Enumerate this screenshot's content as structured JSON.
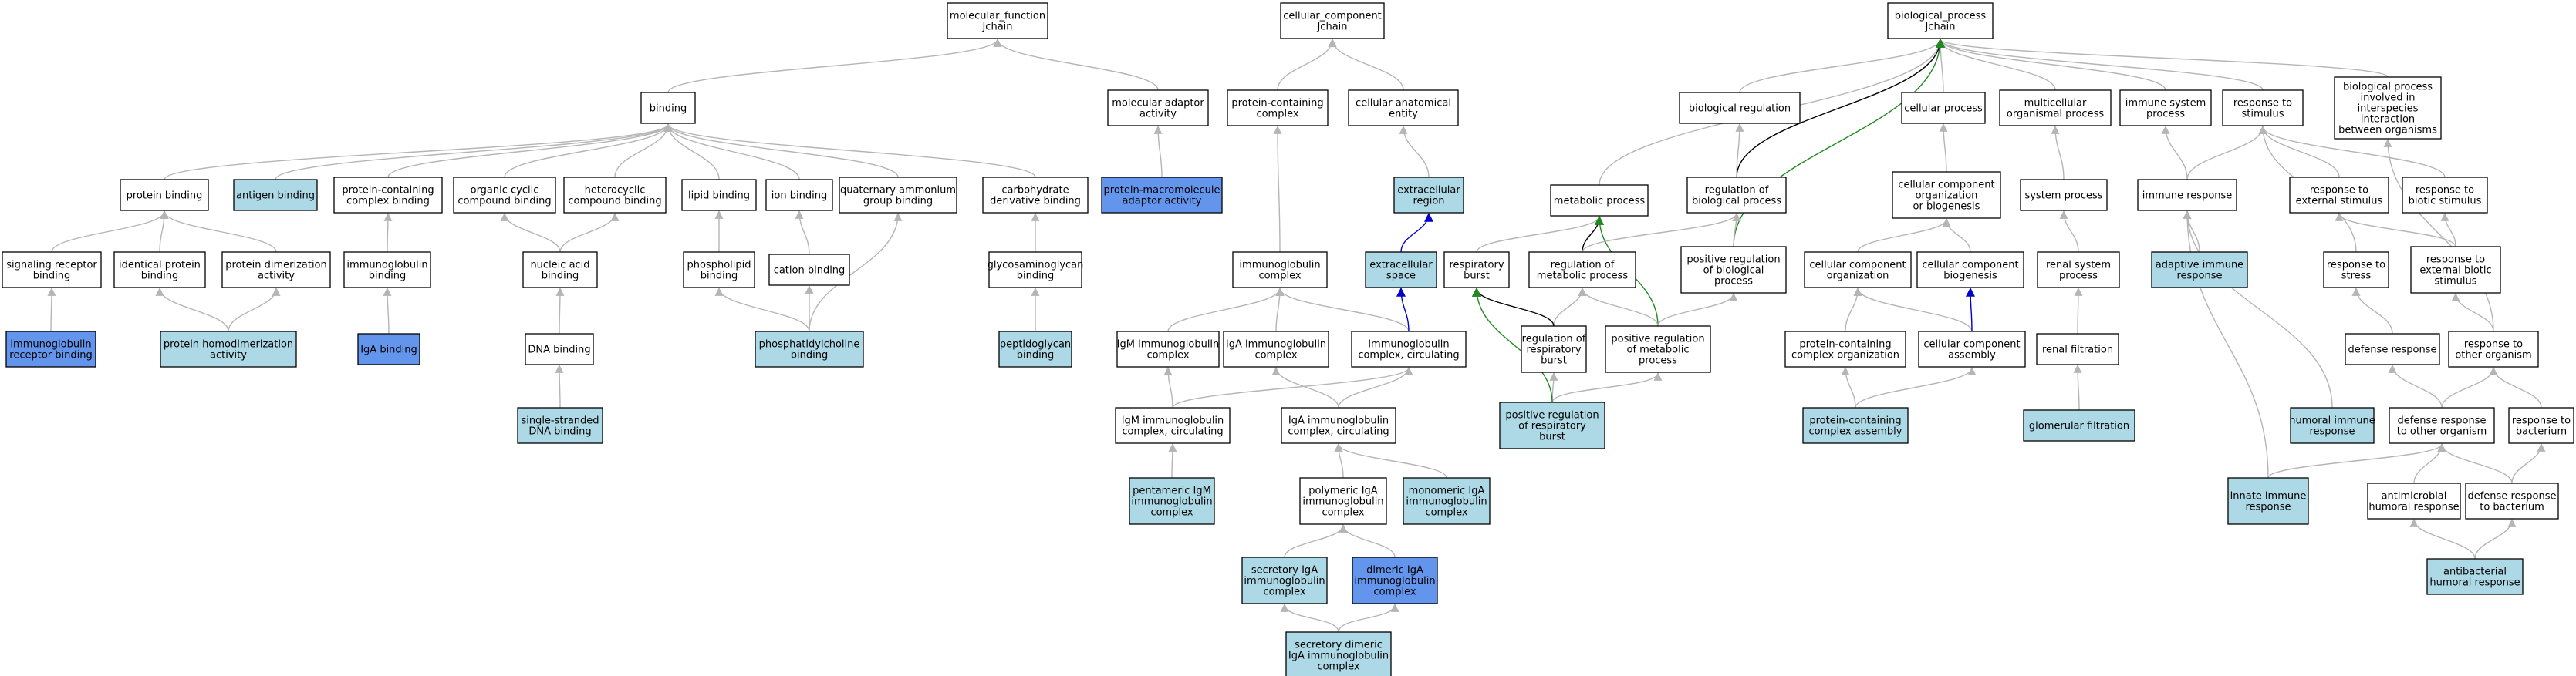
{
  "colors": {
    "plain": "#ffffff",
    "light": "#add8e6",
    "dark": "#6495ed",
    "edge_gray": "#b5b5b5",
    "edge_black": "#000000",
    "edge_green": "#1f8a1f",
    "edge_blue": "#0000cc"
  },
  "nodes": [
    {
      "id": "mf",
      "lines": [
        "molecular_function",
        "Jchain"
      ],
      "fill": "plain"
    },
    {
      "id": "cc",
      "lines": [
        "cellular_component",
        "Jchain"
      ],
      "fill": "plain"
    },
    {
      "id": "bp",
      "lines": [
        "biological_process",
        "Jchain"
      ],
      "fill": "plain"
    },
    {
      "id": "binding",
      "lines": [
        "binding"
      ],
      "fill": "plain"
    },
    {
      "id": "mol_adaptor",
      "lines": [
        "molecular adaptor",
        "activity"
      ],
      "fill": "plain"
    },
    {
      "id": "prot_cont_complex",
      "lines": [
        "protein-containing",
        "complex"
      ],
      "fill": "plain"
    },
    {
      "id": "cell_anat",
      "lines": [
        "cellular anatomical",
        "entity"
      ],
      "fill": "plain"
    },
    {
      "id": "bio_reg",
      "lines": [
        "biological regulation"
      ],
      "fill": "plain"
    },
    {
      "id": "cell_proc",
      "lines": [
        "cellular process"
      ],
      "fill": "plain"
    },
    {
      "id": "multicell",
      "lines": [
        "multicellular",
        "organismal process"
      ],
      "fill": "plain"
    },
    {
      "id": "imm_sys",
      "lines": [
        "immune system",
        "process"
      ],
      "fill": "plain"
    },
    {
      "id": "resp_stim",
      "lines": [
        "response to",
        "stimulus"
      ],
      "fill": "plain"
    },
    {
      "id": "bp_interspecies",
      "lines": [
        "biological process",
        "involved in",
        "interspecies",
        "interaction",
        "between organisms"
      ],
      "fill": "plain"
    },
    {
      "id": "prot_binding",
      "lines": [
        "protein binding"
      ],
      "fill": "plain"
    },
    {
      "id": "antigen_binding",
      "lines": [
        "antigen binding"
      ],
      "fill": "light"
    },
    {
      "id": "pcc_binding",
      "lines": [
        "protein-containing",
        "complex binding"
      ],
      "fill": "plain"
    },
    {
      "id": "org_cyc",
      "lines": [
        "organic cyclic",
        "compound binding"
      ],
      "fill": "plain"
    },
    {
      "id": "hetero",
      "lines": [
        "heterocyclic",
        "compound binding"
      ],
      "fill": "plain"
    },
    {
      "id": "lipid_binding",
      "lines": [
        "lipid binding"
      ],
      "fill": "plain"
    },
    {
      "id": "ion_binding",
      "lines": [
        "ion binding"
      ],
      "fill": "plain"
    },
    {
      "id": "quat_amm",
      "lines": [
        "quaternary ammonium",
        "group binding"
      ],
      "fill": "plain"
    },
    {
      "id": "carb_deriv",
      "lines": [
        "carbohydrate",
        "derivative binding"
      ],
      "fill": "plain"
    },
    {
      "id": "pma_activity",
      "lines": [
        "protein-macromolecule",
        "adaptor activity"
      ],
      "fill": "dark"
    },
    {
      "id": "extracell_region",
      "lines": [
        "extracellular",
        "region"
      ],
      "fill": "light"
    },
    {
      "id": "metabolic",
      "lines": [
        "metabolic process"
      ],
      "fill": "plain"
    },
    {
      "id": "reg_bio",
      "lines": [
        "regulation of",
        "biological process"
      ],
      "fill": "plain"
    },
    {
      "id": "ccob",
      "lines": [
        "cellular component",
        "organization",
        "or biogenesis"
      ],
      "fill": "plain"
    },
    {
      "id": "system_proc",
      "lines": [
        "system process"
      ],
      "fill": "plain"
    },
    {
      "id": "immune_resp",
      "lines": [
        "immune response"
      ],
      "fill": "plain"
    },
    {
      "id": "resp_ext_stim",
      "lines": [
        "response to",
        "external stimulus"
      ],
      "fill": "plain"
    },
    {
      "id": "resp_biotic",
      "lines": [
        "response to",
        "biotic stimulus"
      ],
      "fill": "plain"
    },
    {
      "id": "sig_rec",
      "lines": [
        "signaling receptor",
        "binding"
      ],
      "fill": "plain"
    },
    {
      "id": "ident_prot",
      "lines": [
        "identical protein",
        "binding"
      ],
      "fill": "plain"
    },
    {
      "id": "prot_dimer",
      "lines": [
        "protein dimerization",
        "activity"
      ],
      "fill": "plain"
    },
    {
      "id": "ig_binding",
      "lines": [
        "immunoglobulin",
        "binding"
      ],
      "fill": "plain"
    },
    {
      "id": "nucleic",
      "lines": [
        "nucleic acid",
        "binding"
      ],
      "fill": "plain"
    },
    {
      "id": "phospholipid",
      "lines": [
        "phospholipid",
        "binding"
      ],
      "fill": "plain"
    },
    {
      "id": "cation",
      "lines": [
        "cation binding"
      ],
      "fill": "plain"
    },
    {
      "id": "gag",
      "lines": [
        "glycosaminoglycan",
        "binding"
      ],
      "fill": "plain"
    },
    {
      "id": "ig_complex",
      "lines": [
        "immunoglobulin",
        "complex"
      ],
      "fill": "plain"
    },
    {
      "id": "extracell_space",
      "lines": [
        "extracellular",
        "space"
      ],
      "fill": "light"
    },
    {
      "id": "resp_burst",
      "lines": [
        "respiratory",
        "burst"
      ],
      "fill": "plain"
    },
    {
      "id": "reg_metab",
      "lines": [
        "regulation of",
        "metabolic process"
      ],
      "fill": "plain"
    },
    {
      "id": "pos_reg_bio",
      "lines": [
        "positive regulation",
        "of biological",
        "process"
      ],
      "fill": "plain"
    },
    {
      "id": "cc_org",
      "lines": [
        "cellular component",
        "organization"
      ],
      "fill": "plain"
    },
    {
      "id": "cc_biogen",
      "lines": [
        "cellular component",
        "biogenesis"
      ],
      "fill": "plain"
    },
    {
      "id": "renal_sys",
      "lines": [
        "renal system",
        "process"
      ],
      "fill": "plain"
    },
    {
      "id": "adaptive",
      "lines": [
        "adaptive immune",
        "response"
      ],
      "fill": "light"
    },
    {
      "id": "resp_stress",
      "lines": [
        "response to",
        "stress"
      ],
      "fill": "plain"
    },
    {
      "id": "resp_ext_biotic",
      "lines": [
        "response to",
        "external biotic",
        "stimulus"
      ],
      "fill": "plain"
    },
    {
      "id": "ig_receptor",
      "lines": [
        "immunoglobulin",
        "receptor binding"
      ],
      "fill": "dark"
    },
    {
      "id": "prot_homodimer",
      "lines": [
        "protein homodimerization",
        "activity"
      ],
      "fill": "light"
    },
    {
      "id": "iga_binding",
      "lines": [
        "IgA binding"
      ],
      "fill": "dark"
    },
    {
      "id": "dna_binding",
      "lines": [
        "DNA binding"
      ],
      "fill": "plain"
    },
    {
      "id": "pc_binding",
      "lines": [
        "phosphatidylcholine",
        "binding"
      ],
      "fill": "light"
    },
    {
      "id": "peptidoglycan",
      "lines": [
        "peptidoglycan",
        "binding"
      ],
      "fill": "light"
    },
    {
      "id": "igm_complex",
      "lines": [
        "IgM immunoglobulin",
        "complex"
      ],
      "fill": "plain"
    },
    {
      "id": "iga_complex",
      "lines": [
        "IgA immunoglobulin",
        "complex"
      ],
      "fill": "plain"
    },
    {
      "id": "ig_circ",
      "lines": [
        "immunoglobulin",
        "complex, circulating"
      ],
      "fill": "plain"
    },
    {
      "id": "reg_resp_burst",
      "lines": [
        "regulation of",
        "respiratory",
        "burst"
      ],
      "fill": "plain"
    },
    {
      "id": "pos_reg_metab",
      "lines": [
        "positive regulation",
        "of metabolic",
        "process"
      ],
      "fill": "plain"
    },
    {
      "id": "pcc_org",
      "lines": [
        "protein-containing",
        "complex organization"
      ],
      "fill": "plain"
    },
    {
      "id": "cc_assembly",
      "lines": [
        "cellular component",
        "assembly"
      ],
      "fill": "plain"
    },
    {
      "id": "renal_filt",
      "lines": [
        "renal filtration"
      ],
      "fill": "plain"
    },
    {
      "id": "defense",
      "lines": [
        "defense response"
      ],
      "fill": "plain"
    },
    {
      "id": "resp_other_org",
      "lines": [
        "response to",
        "other organism"
      ],
      "fill": "plain"
    },
    {
      "id": "ss_dna",
      "lines": [
        "single-stranded",
        "DNA binding"
      ],
      "fill": "light"
    },
    {
      "id": "igm_circ",
      "lines": [
        "IgM immunoglobulin",
        "complex, circulating"
      ],
      "fill": "plain"
    },
    {
      "id": "iga_circ",
      "lines": [
        "IgA immunoglobulin",
        "complex, circulating"
      ],
      "fill": "plain"
    },
    {
      "id": "pos_reg_resp_burst",
      "lines": [
        "positive regulation",
        "of respiratory",
        "burst"
      ],
      "fill": "light"
    },
    {
      "id": "pcc_assembly",
      "lines": [
        "protein-containing",
        "complex assembly"
      ],
      "fill": "light"
    },
    {
      "id": "glom_filt",
      "lines": [
        "glomerular filtration"
      ],
      "fill": "light"
    },
    {
      "id": "humoral",
      "lines": [
        "humoral immune",
        "response"
      ],
      "fill": "light"
    },
    {
      "id": "def_other_org",
      "lines": [
        "defense response",
        "to other organism"
      ],
      "fill": "plain"
    },
    {
      "id": "resp_bacterium",
      "lines": [
        "response to",
        "bacterium"
      ],
      "fill": "plain"
    },
    {
      "id": "pent_igm",
      "lines": [
        "pentameric IgM",
        "immunoglobulin",
        "complex"
      ],
      "fill": "light"
    },
    {
      "id": "poly_iga",
      "lines": [
        "polymeric IgA",
        "immunoglobulin",
        "complex"
      ],
      "fill": "plain"
    },
    {
      "id": "mono_iga",
      "lines": [
        "monomeric IgA",
        "immunoglobulin",
        "complex"
      ],
      "fill": "light"
    },
    {
      "id": "innate",
      "lines": [
        "innate immune",
        "response"
      ],
      "fill": "light"
    },
    {
      "id": "antimicrobial",
      "lines": [
        "antimicrobial",
        "humoral response"
      ],
      "fill": "plain"
    },
    {
      "id": "def_bacterium",
      "lines": [
        "defense response",
        "to bacterium"
      ],
      "fill": "plain"
    },
    {
      "id": "secretory_iga",
      "lines": [
        "secretory IgA",
        "immunoglobulin",
        "complex"
      ],
      "fill": "light"
    },
    {
      "id": "dimeric_iga",
      "lines": [
        "dimeric IgA",
        "immunoglobulin",
        "complex"
      ],
      "fill": "dark"
    },
    {
      "id": "antibacterial",
      "lines": [
        "antibacterial",
        "humoral response"
      ],
      "fill": "light"
    },
    {
      "id": "sec_dimeric_iga",
      "lines": [
        "secretory dimeric",
        "IgA immunoglobulin",
        "complex"
      ],
      "fill": "light"
    }
  ],
  "edges": [
    [
      "binding",
      "mf",
      "edge_gray"
    ],
    [
      "mol_adaptor",
      "mf",
      "edge_gray"
    ],
    [
      "prot_cont_complex",
      "cc",
      "edge_gray"
    ],
    [
      "cell_anat",
      "cc",
      "edge_gray"
    ],
    [
      "bio_reg",
      "bp",
      "edge_gray"
    ],
    [
      "cell_proc",
      "bp",
      "edge_gray"
    ],
    [
      "multicell",
      "bp",
      "edge_gray"
    ],
    [
      "imm_sys",
      "bp",
      "edge_gray"
    ],
    [
      "resp_stim",
      "bp",
      "edge_gray"
    ],
    [
      "bp_interspecies",
      "bp",
      "edge_gray"
    ],
    [
      "metabolic",
      "bp",
      "edge_gray"
    ],
    [
      "reg_bio",
      "bp",
      "edge_black"
    ],
    [
      "pos_reg_bio",
      "bp",
      "edge_green"
    ],
    [
      "prot_binding",
      "binding",
      "edge_gray"
    ],
    [
      "antigen_binding",
      "binding",
      "edge_gray"
    ],
    [
      "pcc_binding",
      "binding",
      "edge_gray"
    ],
    [
      "org_cyc",
      "binding",
      "edge_gray"
    ],
    [
      "hetero",
      "binding",
      "edge_gray"
    ],
    [
      "lipid_binding",
      "binding",
      "edge_gray"
    ],
    [
      "ion_binding",
      "binding",
      "edge_gray"
    ],
    [
      "quat_amm",
      "binding",
      "edge_gray"
    ],
    [
      "carb_deriv",
      "binding",
      "edge_gray"
    ],
    [
      "pma_activity",
      "mol_adaptor",
      "edge_gray"
    ],
    [
      "extracell_region",
      "cell_anat",
      "edge_gray"
    ],
    [
      "reg_bio",
      "bio_reg",
      "edge_gray"
    ],
    [
      "ccob",
      "cell_proc",
      "edge_gray"
    ],
    [
      "system_proc",
      "multicell",
      "edge_gray"
    ],
    [
      "immune_resp",
      "imm_sys",
      "edge_gray"
    ],
    [
      "immune_resp",
      "resp_stim",
      "edge_gray"
    ],
    [
      "resp_ext_stim",
      "resp_stim",
      "edge_gray"
    ],
    [
      "resp_biotic",
      "resp_stim",
      "edge_gray"
    ],
    [
      "resp_stress",
      "resp_stim",
      "edge_gray"
    ],
    [
      "resp_other_org",
      "bp_interspecies",
      "edge_gray"
    ],
    [
      "sig_rec",
      "prot_binding",
      "edge_gray"
    ],
    [
      "ident_prot",
      "prot_binding",
      "edge_gray"
    ],
    [
      "prot_dimer",
      "prot_binding",
      "edge_gray"
    ],
    [
      "ig_binding",
      "pcc_binding",
      "edge_gray"
    ],
    [
      "nucleic",
      "org_cyc",
      "edge_gray"
    ],
    [
      "nucleic",
      "hetero",
      "edge_gray"
    ],
    [
      "phospholipid",
      "lipid_binding",
      "edge_gray"
    ],
    [
      "cation",
      "ion_binding",
      "edge_gray"
    ],
    [
      "gag",
      "carb_deriv",
      "edge_gray"
    ],
    [
      "ig_complex",
      "prot_cont_complex",
      "edge_gray"
    ],
    [
      "extracell_space",
      "extracell_region",
      "edge_blue"
    ],
    [
      "resp_burst",
      "metabolic",
      "edge_gray"
    ],
    [
      "reg_metab",
      "metabolic",
      "edge_black"
    ],
    [
      "reg_metab",
      "reg_bio",
      "edge_gray"
    ],
    [
      "pos_reg_bio",
      "reg_bio",
      "edge_gray"
    ],
    [
      "pos_reg_metab",
      "metabolic",
      "edge_green"
    ],
    [
      "cc_org",
      "ccob",
      "edge_gray"
    ],
    [
      "cc_biogen",
      "ccob",
      "edge_gray"
    ],
    [
      "renal_sys",
      "system_proc",
      "edge_gray"
    ],
    [
      "adaptive",
      "immune_resp",
      "edge_gray"
    ],
    [
      "resp_ext_biotic",
      "resp_ext_stim",
      "edge_gray"
    ],
    [
      "resp_ext_biotic",
      "resp_biotic",
      "edge_gray"
    ],
    [
      "ig_receptor",
      "sig_rec",
      "edge_gray"
    ],
    [
      "prot_homodimer",
      "ident_prot",
      "edge_gray"
    ],
    [
      "prot_homodimer",
      "prot_dimer",
      "edge_gray"
    ],
    [
      "iga_binding",
      "ig_binding",
      "edge_gray"
    ],
    [
      "dna_binding",
      "nucleic",
      "edge_gray"
    ],
    [
      "pc_binding",
      "phospholipid",
      "edge_gray"
    ],
    [
      "pc_binding",
      "cation",
      "edge_gray"
    ],
    [
      "pc_binding",
      "quat_amm",
      "edge_gray"
    ],
    [
      "peptidoglycan",
      "gag",
      "edge_gray"
    ],
    [
      "igm_complex",
      "ig_complex",
      "edge_gray"
    ],
    [
      "iga_complex",
      "ig_complex",
      "edge_gray"
    ],
    [
      "ig_circ",
      "ig_complex",
      "edge_gray"
    ],
    [
      "ig_circ",
      "extracell_space",
      "edge_blue"
    ],
    [
      "reg_resp_burst",
      "reg_metab",
      "edge_gray"
    ],
    [
      "reg_resp_burst",
      "resp_burst",
      "edge_black"
    ],
    [
      "pos_reg_metab",
      "reg_metab",
      "edge_gray"
    ],
    [
      "pos_reg_metab",
      "pos_reg_bio",
      "edge_gray"
    ],
    [
      "pcc_org",
      "cc_org",
      "edge_gray"
    ],
    [
      "cc_assembly",
      "cc_org",
      "edge_gray"
    ],
    [
      "cc_assembly",
      "cc_biogen",
      "edge_blue"
    ],
    [
      "renal_filt",
      "renal_sys",
      "edge_gray"
    ],
    [
      "defense",
      "resp_stress",
      "edge_gray"
    ],
    [
      "resp_other_org",
      "resp_ext_biotic",
      "edge_gray"
    ],
    [
      "ss_dna",
      "dna_binding",
      "edge_gray"
    ],
    [
      "igm_circ",
      "igm_complex",
      "edge_gray"
    ],
    [
      "igm_circ",
      "ig_circ",
      "edge_gray"
    ],
    [
      "iga_circ",
      "iga_complex",
      "edge_gray"
    ],
    [
      "iga_circ",
      "ig_circ",
      "edge_gray"
    ],
    [
      "pos_reg_resp_burst",
      "reg_resp_burst",
      "edge_gray"
    ],
    [
      "pos_reg_resp_burst",
      "pos_reg_metab",
      "edge_gray"
    ],
    [
      "pos_reg_resp_burst",
      "resp_burst",
      "edge_green"
    ],
    [
      "pcc_assembly",
      "pcc_org",
      "edge_gray"
    ],
    [
      "pcc_assembly",
      "cc_assembly",
      "edge_gray"
    ],
    [
      "glom_filt",
      "renal_filt",
      "edge_gray"
    ],
    [
      "humoral",
      "immune_resp",
      "edge_gray"
    ],
    [
      "def_other_org",
      "defense",
      "edge_gray"
    ],
    [
      "def_other_org",
      "resp_other_org",
      "edge_gray"
    ],
    [
      "resp_bacterium",
      "resp_other_org",
      "edge_gray"
    ],
    [
      "pent_igm",
      "igm_circ",
      "edge_gray"
    ],
    [
      "poly_iga",
      "iga_circ",
      "edge_gray"
    ],
    [
      "mono_iga",
      "iga_circ",
      "edge_gray"
    ],
    [
      "innate",
      "immune_resp",
      "edge_gray"
    ],
    [
      "innate",
      "def_other_org",
      "edge_gray"
    ],
    [
      "antimicrobial",
      "def_other_org",
      "edge_gray"
    ],
    [
      "def_bacterium",
      "def_other_org",
      "edge_gray"
    ],
    [
      "def_bacterium",
      "resp_bacterium",
      "edge_gray"
    ],
    [
      "secretory_iga",
      "poly_iga",
      "edge_gray"
    ],
    [
      "dimeric_iga",
      "poly_iga",
      "edge_gray"
    ],
    [
      "antibacterial",
      "antimicrobial",
      "edge_gray"
    ],
    [
      "antibacterial",
      "def_bacterium",
      "edge_gray"
    ],
    [
      "sec_dimeric_iga",
      "secretory_iga",
      "edge_gray"
    ],
    [
      "sec_dimeric_iga",
      "dimeric_iga",
      "edge_gray"
    ]
  ]
}
